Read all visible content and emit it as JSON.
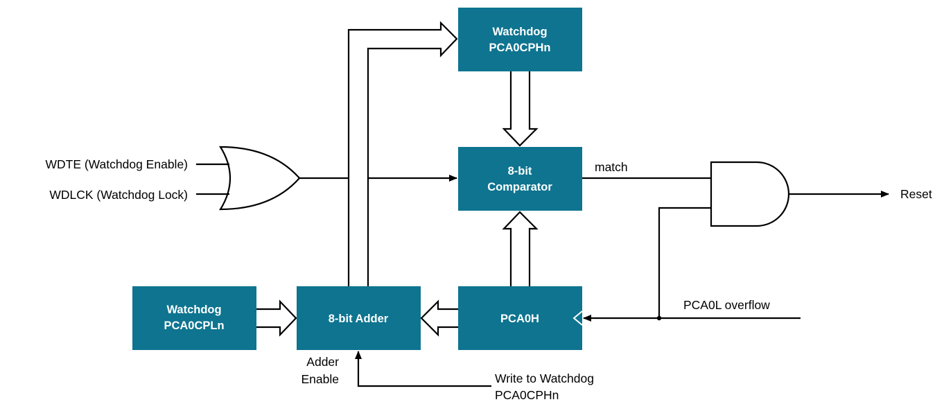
{
  "colors": {
    "block_fill": "#0E7490",
    "block_text": "#FFFFFF",
    "line": "#000000"
  },
  "blocks": {
    "pca0cph": {
      "line1": "Watchdog",
      "line2": "PCA0CPHn"
    },
    "comparator": {
      "line1": "8-bit",
      "line2": "Comparator"
    },
    "pca0cpl": {
      "line1": "Watchdog",
      "line2": "PCA0CPLn"
    },
    "adder": {
      "label": "8-bit Adder"
    },
    "pca0h": {
      "label": "PCA0H"
    }
  },
  "inputs": {
    "wdte": "WDTE (Watchdog Enable)",
    "wdlck": "WDLCK (Watchdog Lock)",
    "pca0l_overflow": "PCA0L overflow",
    "adder_enable_line1": "Adder",
    "adder_enable_line2": "Enable",
    "write_line1": "Write to Watchdog",
    "write_line2": "PCA0CPHn"
  },
  "signals": {
    "match": "match",
    "reset": "Reset"
  },
  "gates": {
    "or_gate": "or-gate-icon",
    "and_gate": "and-gate-icon"
  }
}
